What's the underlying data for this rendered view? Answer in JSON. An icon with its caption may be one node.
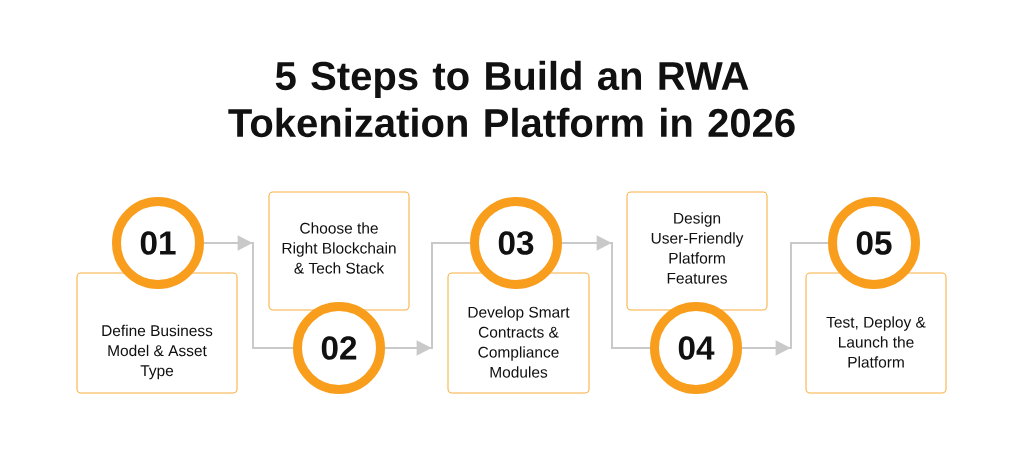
{
  "diagram": {
    "title": "5 Steps to Build an RWA Tokenization Platform in 2026",
    "nodes": [
      {
        "text": [
          "01"
        ]
      },
      {
        "text": [
          "Define Business Model & Asset Type"
        ]
      },
      {
        "text": [
          "02"
        ]
      },
      {
        "text": [
          "Choose the Right Blockchain & Tech Stack"
        ]
      },
      {
        "text": [
          "03"
        ]
      },
      {
        "text": [
          "Develop Smart Contracts & Compliance Modules"
        ]
      },
      {
        "text": [
          "04"
        ]
      },
      {
        "text": [
          "Design User-Friendly Platform Features"
        ]
      },
      {
        "text": [
          "05"
        ]
      },
      {
        "text": [
          "Test, Deploy & Launch the Platform"
        ]
      }
    ],
    "edges": [
      {
        "from": 0,
        "to": 2,
        "arrow": "to"
      },
      {
        "from": 2,
        "to": 4,
        "arrow": "to"
      },
      {
        "from": 4,
        "to": 6,
        "arrow": "to"
      },
      {
        "from": 6,
        "to": 8,
        "arrow": "to"
      }
    ]
  }
}
